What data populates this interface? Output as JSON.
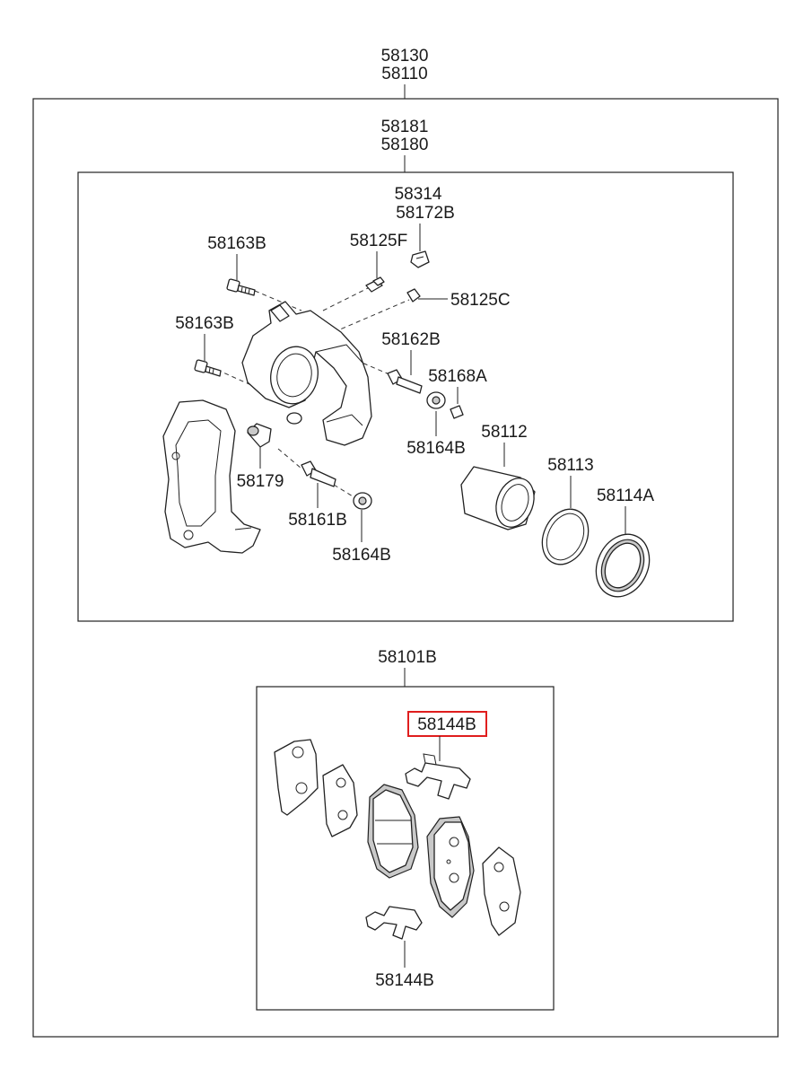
{
  "colors": {
    "line": "#222222",
    "highlight": "#e01e1e",
    "background": "#ffffff"
  },
  "assembly": {
    "code_1": "58130",
    "code_2": "58110"
  },
  "caliper": {
    "code_1": "58181",
    "code_2": "58180"
  },
  "parts": {
    "p58314": "58314",
    "p58172B": "58172B",
    "p58163B_top": "58163B",
    "p58125F": "58125F",
    "p58125C": "58125C",
    "p58163B_mid": "58163B",
    "p58162B": "58162B",
    "p58168A": "58168A",
    "p58164B_top": "58164B",
    "p58112": "58112",
    "p58113": "58113",
    "p58114A": "58114A",
    "p58179": "58179",
    "p58161B": "58161B",
    "p58164B_bot": "58164B"
  },
  "pad_kit": {
    "code": "58101B",
    "shim_highlighted": "58144B",
    "shim_lower": "58144B"
  }
}
